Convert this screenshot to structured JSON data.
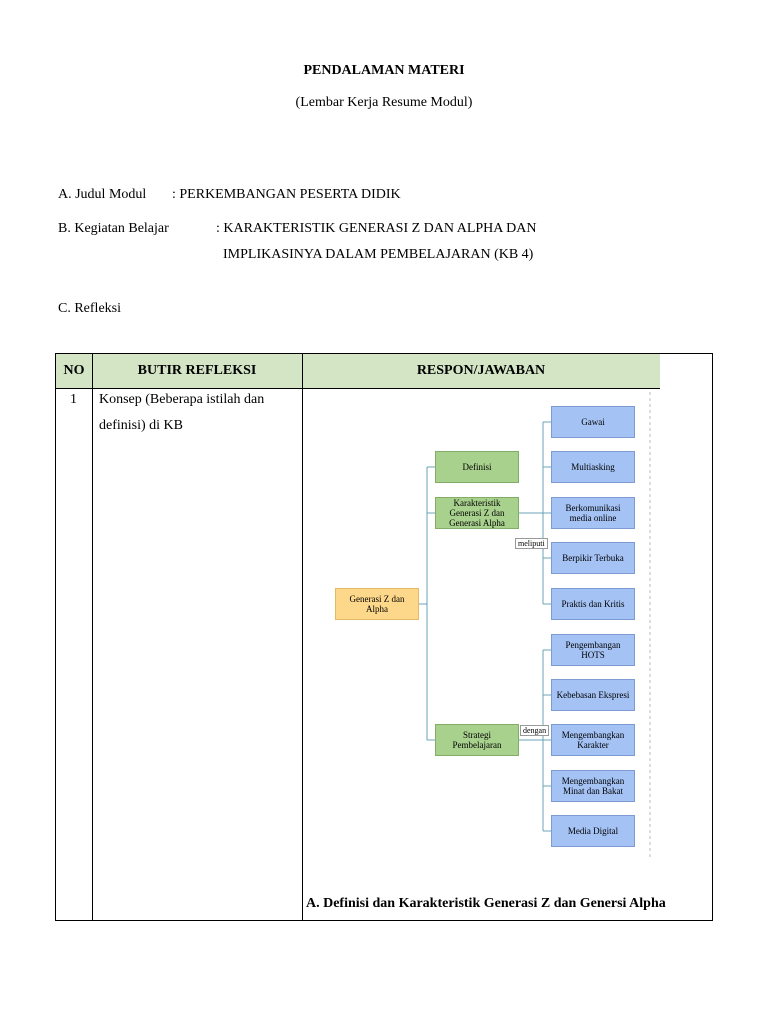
{
  "header": {
    "title": "PENDALAMAN MATERI",
    "subtitle": "(Lembar Kerja Resume Modul)"
  },
  "items": {
    "a_label": "A.  Judul Modul",
    "a_value": ": PERKEMBANGAN PESERTA DIDIK",
    "b_label": "B.  Kegiatan Belajar",
    "b_value_line1": ": KARAKTERISTIK GENERASI Z DAN ALPHA DAN",
    "b_value_line2": "IMPLIKASINYA DALAM PEMBELAJARAN (KB 4)",
    "c_label": "C.  Refleksi"
  },
  "table": {
    "headers": {
      "no": "NO",
      "butir": "BUTIR REFLEKSI",
      "respon": "RESPON/JAWABAN"
    },
    "row1": {
      "no": "1",
      "butir": "Konsep (Beberapa istilah dan definisi) di KB",
      "footer": "A.  Definisi dan Karakteristik Generasi Z dan Genersi Alpha"
    }
  },
  "mindmap": {
    "root": "Generasi Z dan Alpha",
    "branches": {
      "definisi": "Definisi",
      "karakteristik": "Karakteristik Generasi Z dan Generasi Alpha",
      "strategi": "Strategi Pembelajaran"
    },
    "tags": {
      "meliputi": "meliputi",
      "dengan": "dengan"
    },
    "karakteristik_items": [
      "Gawai",
      "Multiasking",
      "Berkomunikasi media online",
      "Berpikir Terbuka",
      "Praktis dan Kritis"
    ],
    "strategi_items": [
      "Pengembangan HOTS",
      "Kebebasan Ekspresi",
      "Mengembangkan Karakter",
      "Mengembangkan Minat dan Bakat",
      "Media Digital"
    ]
  },
  "colors": {
    "header_fill": "#d3e5c4",
    "root_fill": "#fdd88a",
    "branch_fill": "#a9d18e",
    "leaf_fill": "#a4c2f4"
  }
}
